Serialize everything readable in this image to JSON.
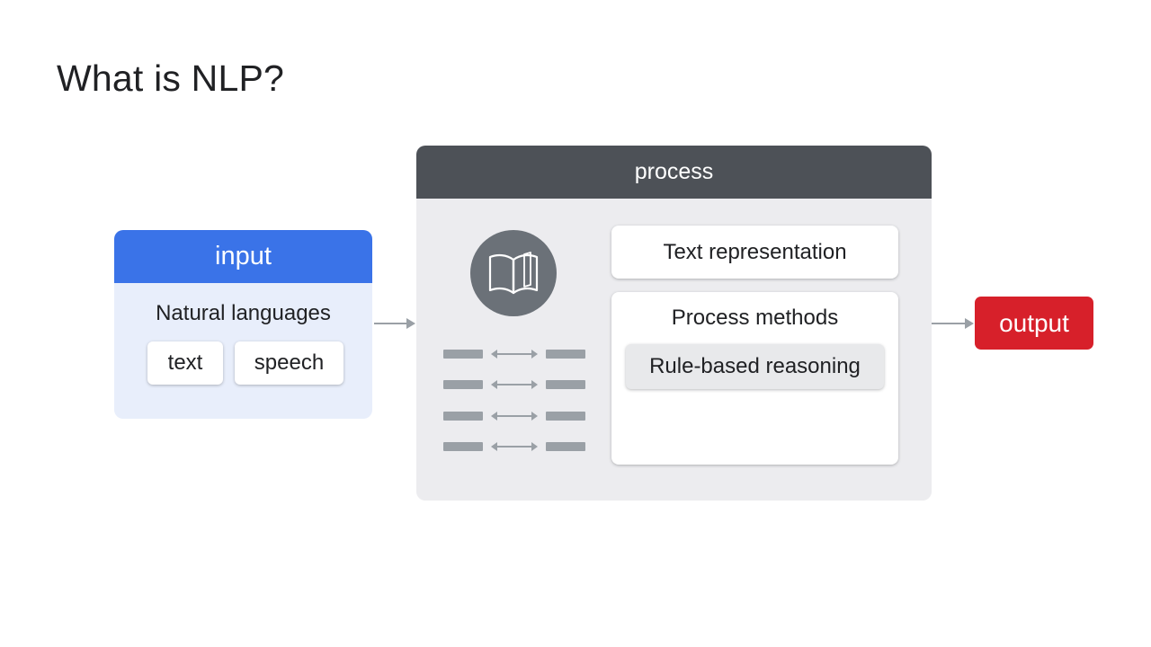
{
  "slide": {
    "title": "What is NLP?"
  },
  "input": {
    "header": "input",
    "subtitle": "Natural languages",
    "chips": [
      "text",
      "speech"
    ]
  },
  "process": {
    "header": "process",
    "icon": "open-book-icon",
    "text_representation": "Text representation",
    "methods_title": "Process methods",
    "method": "Rule-based reasoning"
  },
  "output": {
    "label": "output"
  },
  "colors": {
    "input_header": "#3a73e8",
    "input_body": "#e8eefb",
    "process_header": "#4d5157",
    "process_body": "#ececef",
    "output": "#d7202a"
  }
}
